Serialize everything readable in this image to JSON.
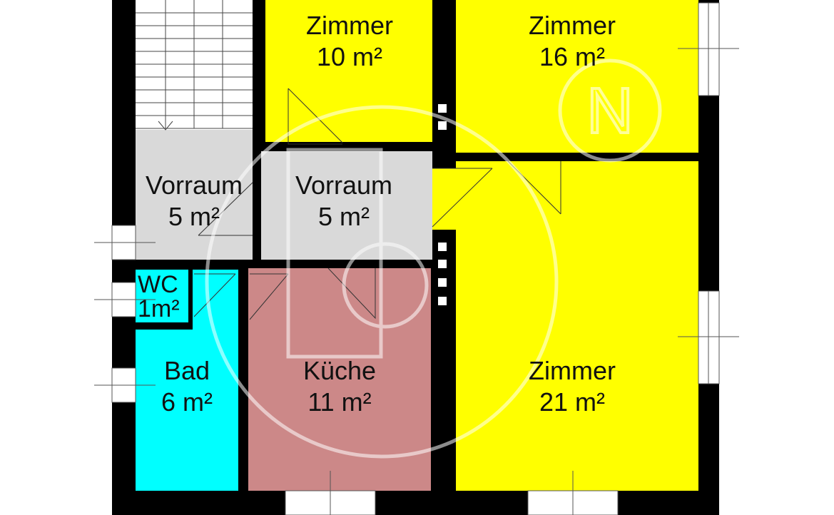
{
  "colors": {
    "wall": "#000000",
    "living": "#ffff00",
    "hall": "#d9d9d9",
    "kitchen": "#cc8888",
    "wet": "#00ffff",
    "watermark": "#ffffff"
  },
  "watermark": {
    "icon": "N-compass-watermark-icon",
    "letter": "N"
  },
  "rooms": {
    "zimmer_top_left": {
      "name": "Zimmer",
      "area": "10 m²"
    },
    "zimmer_top_right": {
      "name": "Zimmer",
      "area": "16 m²"
    },
    "vorraum_left": {
      "name": "Vorraum",
      "area": "5 m²"
    },
    "vorraum_center": {
      "name": "Vorraum",
      "area": "5 m²"
    },
    "wc": {
      "name": "WC",
      "area": "1m²"
    },
    "bad": {
      "name": "Bad",
      "area": "6 m²"
    },
    "kueche": {
      "name": "Küche",
      "area": "11 m²"
    },
    "zimmer_large": {
      "name": "Zimmer",
      "area": "21 m²"
    }
  }
}
